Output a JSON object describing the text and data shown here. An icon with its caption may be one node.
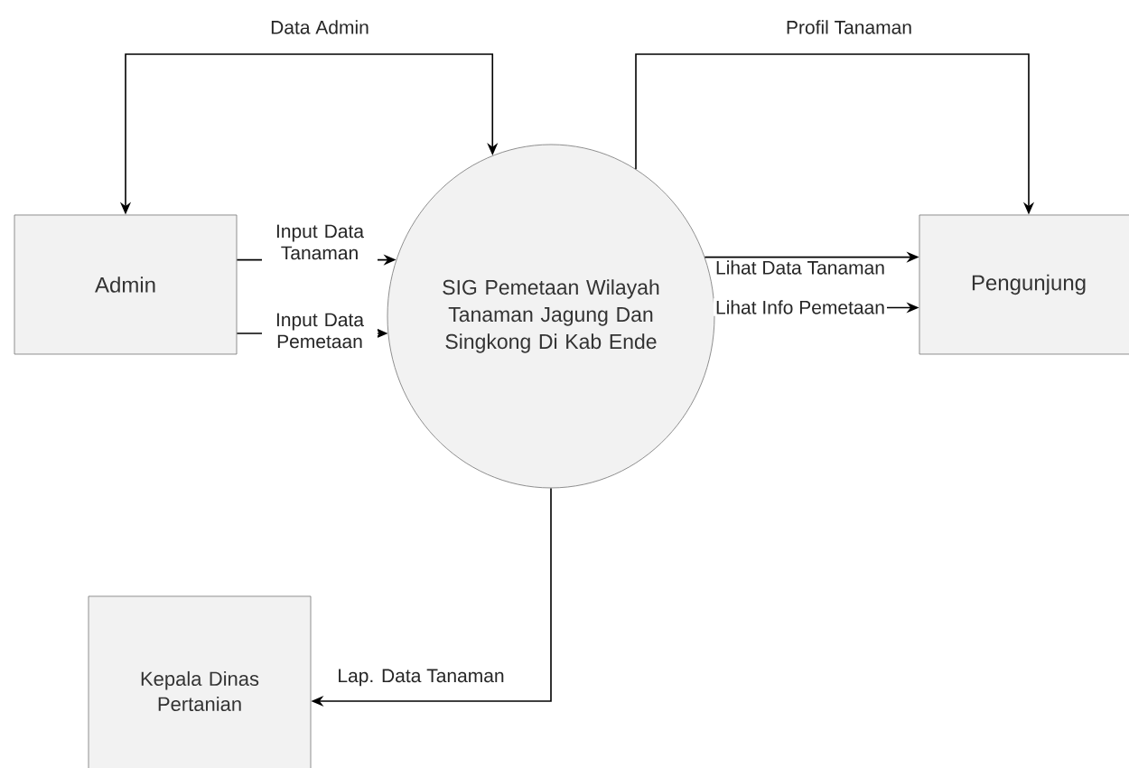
{
  "diagram": {
    "nodes": [
      {
        "text": [
          "Admin"
        ]
      },
      {
        "text": [
          "SIG Pemetaan Wilayah Tanaman Jagung Dan Singkong Di Kab Ende"
        ]
      },
      {
        "text": [
          "Pengunjung"
        ]
      },
      {
        "text": [
          "Kepala Dinas Pertanian"
        ]
      }
    ],
    "edges": [
      {
        "from": 1,
        "to": 0,
        "arrow": "both",
        "label": "Data Admin"
      },
      {
        "from": 1,
        "to": 2,
        "arrow": "to",
        "label": "Profil  Tanaman"
      },
      {
        "from": 0,
        "to": 1,
        "arrow": "to",
        "label": "Input Data Tanaman"
      },
      {
        "from": 0,
        "to": 1,
        "arrow": "to",
        "label": "Input Data Pemetaan"
      },
      {
        "from": 1,
        "to": 2,
        "arrow": "to",
        "label": "Lihat Data Tanaman"
      },
      {
        "from": 1,
        "to": 2,
        "arrow": "to",
        "label": "Lihat Info Pemetaan"
      },
      {
        "from": 1,
        "to": 3,
        "arrow": "to",
        "label": "Lap. Data Tanaman"
      }
    ]
  }
}
